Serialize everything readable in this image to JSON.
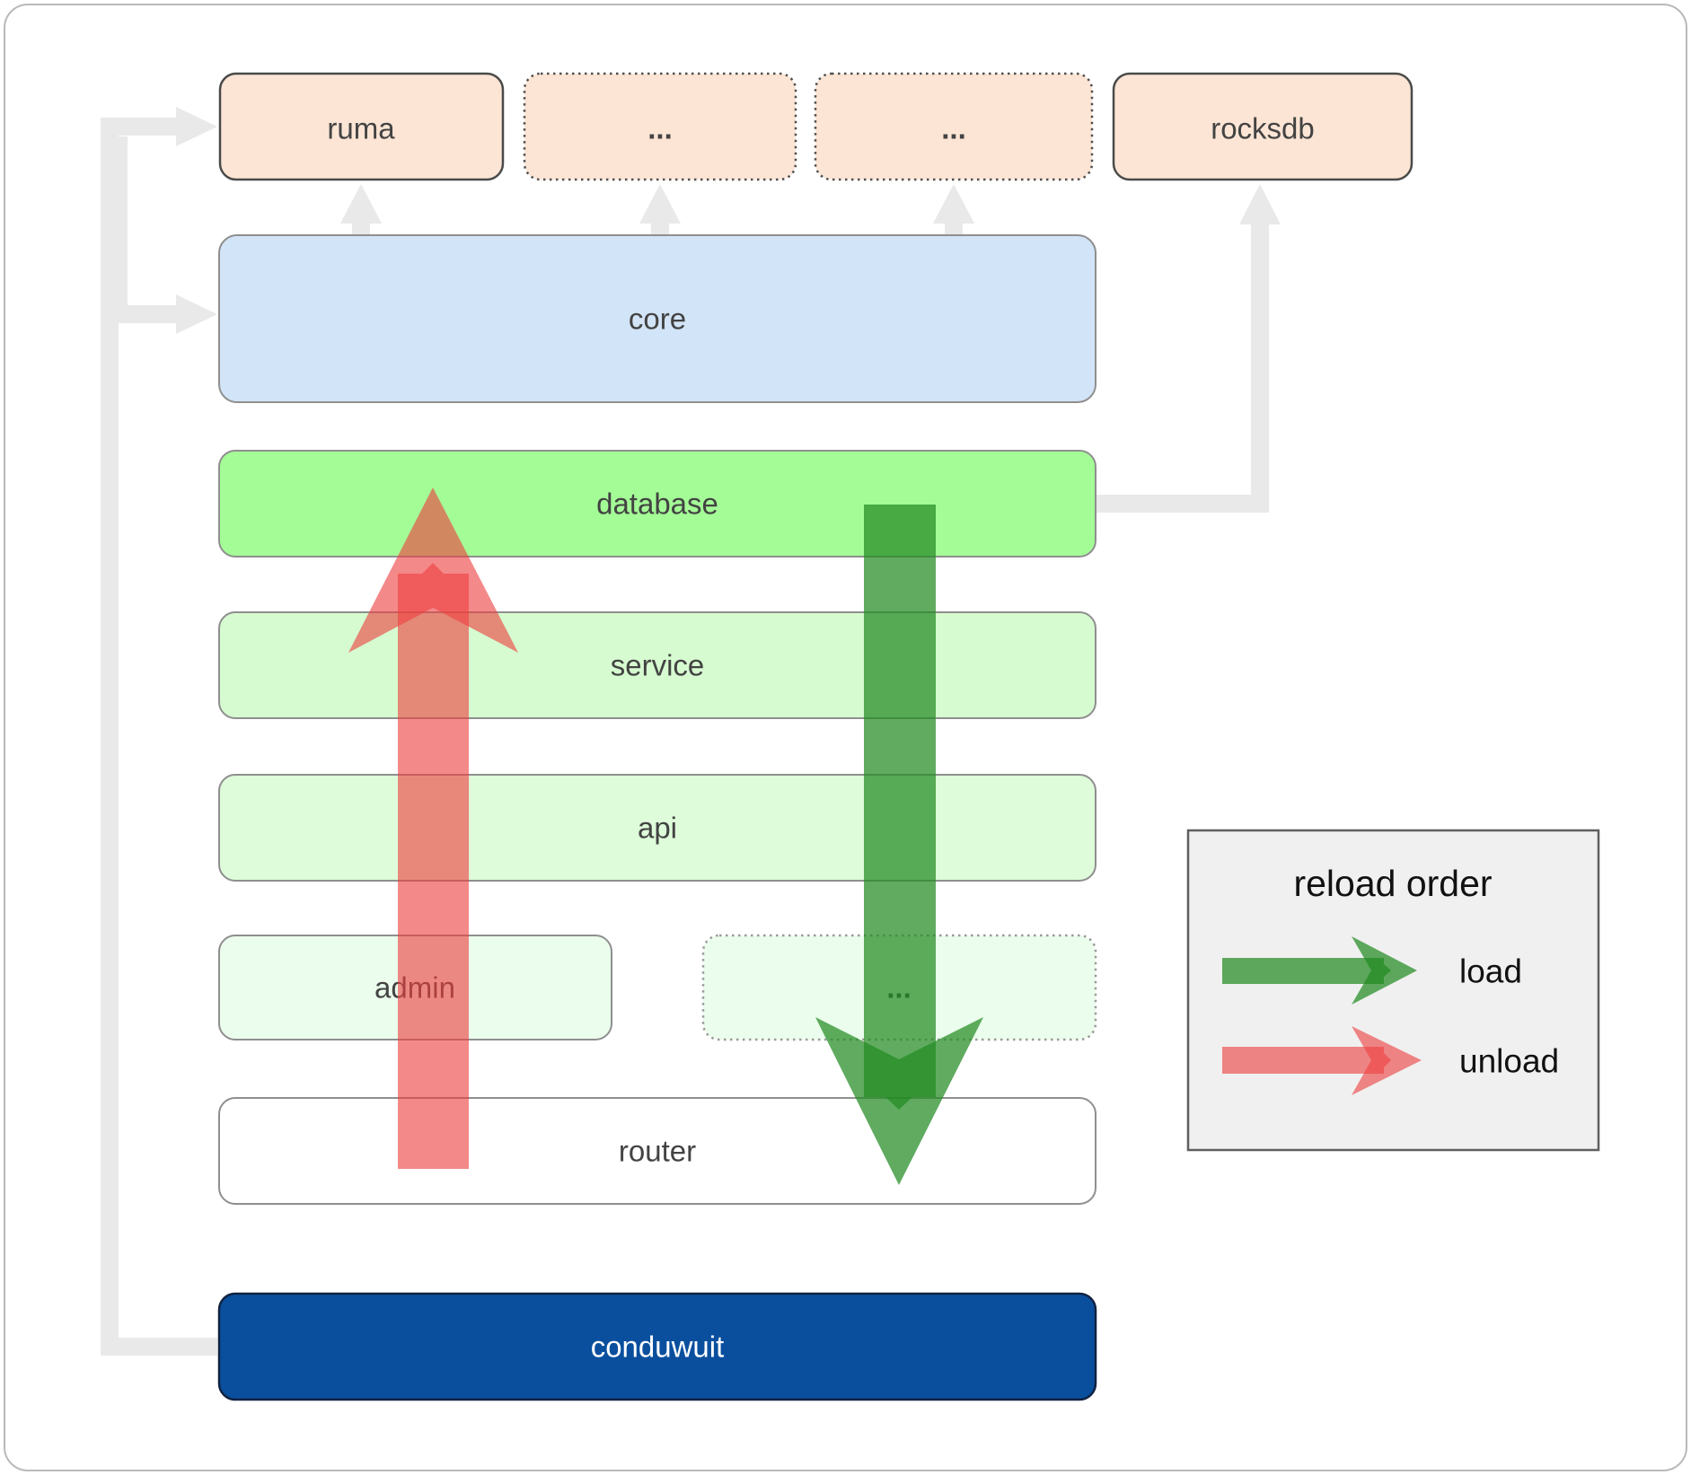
{
  "diagram": {
    "nodes": {
      "ruma": "ruma",
      "ellipsis_top_a": "...",
      "ellipsis_top_b": "...",
      "rocksdb": "rocksdb",
      "core": "core",
      "database": "database",
      "service": "service",
      "api": "api",
      "admin": "admin",
      "ellipsis_admin": "...",
      "router": "router",
      "conduwuit": "conduwuit"
    },
    "colors": {
      "peach": "#fce5d5",
      "core_blue": "#d2e4f7",
      "database_green": "#a4fc96",
      "service_green": "#d6fbd0",
      "api_green": "#defcda",
      "admin_green": "#ebfdec",
      "router_white": "#ffffff",
      "conduwuit_blue": "#0a4f9e",
      "connector_gray": "#e9e9e9",
      "load_green": "#228b22",
      "unload_red": "#ed4040"
    }
  },
  "legend": {
    "title": "reload order",
    "load": "load",
    "unload": "unload",
    "bg": "#f0f0f0"
  }
}
